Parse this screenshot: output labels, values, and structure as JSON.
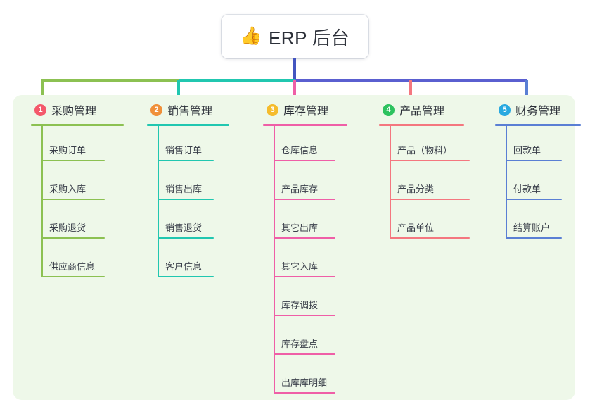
{
  "diagram": {
    "title": "ERP 后台",
    "root": {
      "icon": "thumbs-up-icon",
      "icon_glyph": "👍",
      "label": "ERP 后台"
    },
    "panel_background": "#eef8e9",
    "branches": [
      {
        "number": "1",
        "label": "采购管理",
        "badge_color": "#f4596b",
        "line_color": "#8cc152",
        "items": [
          "采购订单",
          "采购入库",
          "采购退货",
          "供应商信息"
        ]
      },
      {
        "number": "2",
        "label": "销售管理",
        "badge_color": "#f0903a",
        "line_color": "#21c7b0",
        "items": [
          "销售订单",
          "销售出库",
          "销售退货",
          "客户信息"
        ]
      },
      {
        "number": "3",
        "label": "库存管理",
        "badge_color": "#f5bc2d",
        "line_color": "#ef5fa7",
        "items": [
          "仓库信息",
          "产品库存",
          "其它出库",
          "其它入库",
          "库存调拨",
          "库存盘点",
          "出库库明细"
        ]
      },
      {
        "number": "4",
        "label": "产品管理",
        "badge_color": "#2dc25f",
        "line_color": "#f4777f",
        "items": [
          "产品（物料）",
          "产品分类",
          "产品单位"
        ]
      },
      {
        "number": "5",
        "label": "财务管理",
        "badge_color": "#29a9e0",
        "line_color": "#5a7fd4",
        "items": [
          "回款单",
          "付款单",
          "结算账户"
        ]
      }
    ],
    "connector_colors": {
      "stem": "#4355c0",
      "bus_left": "#8cc152",
      "bus_mid": "#21c7b0",
      "bus_right": "#5a5fd0"
    }
  }
}
